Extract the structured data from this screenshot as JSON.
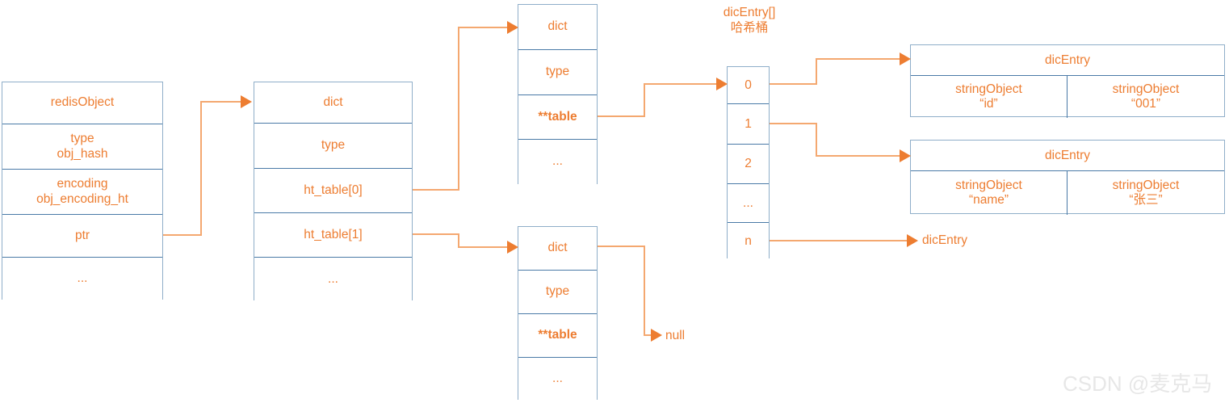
{
  "diagram": {
    "redis_object": {
      "rows": [
        {
          "line1": "redisObject",
          "line2": ""
        },
        {
          "line1": "type",
          "line2": "obj_hash"
        },
        {
          "line1": "encoding",
          "line2": "obj_encoding_ht"
        },
        {
          "line1": "ptr",
          "line2": ""
        },
        {
          "line1": "...",
          "line2": ""
        }
      ]
    },
    "dict_main": {
      "rows": [
        {
          "line1": "dict",
          "line2": ""
        },
        {
          "line1": "type",
          "line2": ""
        },
        {
          "line1": "ht_table[0]",
          "line2": ""
        },
        {
          "line1": "ht_table[1]",
          "line2": ""
        },
        {
          "line1": "...",
          "line2": ""
        }
      ]
    },
    "dict_ht0": {
      "rows": [
        {
          "line1": "dict",
          "line2": ""
        },
        {
          "line1": "type",
          "line2": ""
        },
        {
          "line1": "**table",
          "line2": ""
        },
        {
          "line1": "...",
          "line2": ""
        }
      ]
    },
    "dict_ht1": {
      "rows": [
        {
          "line1": "dict",
          "line2": ""
        },
        {
          "line1": "type",
          "line2": ""
        },
        {
          "line1": "**table",
          "line2": ""
        },
        {
          "line1": "...",
          "line2": ""
        }
      ]
    },
    "hash_bucket": {
      "title_line1": "dicEntry[]",
      "title_line2": "哈希桶",
      "slots": [
        "0",
        "1",
        "2",
        "...",
        "n"
      ]
    },
    "dic_entries": [
      {
        "header": "dicEntry",
        "key": {
          "type": "stringObject",
          "value": "“id”"
        },
        "value": {
          "type": "stringObject",
          "value": "“001”"
        }
      },
      {
        "header": "dicEntry",
        "key": {
          "type": "stringObject",
          "value": "“name”"
        },
        "value": {
          "type": "stringObject",
          "value": "“张三”"
        }
      }
    ],
    "labels": {
      "null_label": "null",
      "tail_entry_label": "dicEntry"
    },
    "watermark": "CSDN @麦克马",
    "colors": {
      "text": "#ED7D31",
      "box_border": "#8faec9",
      "row_divider": "#4a7aa7",
      "connector": "#F4A870",
      "arrow_head": "#ED7D31",
      "watermark": "#e7e7e7",
      "background": "#ffffff"
    }
  }
}
